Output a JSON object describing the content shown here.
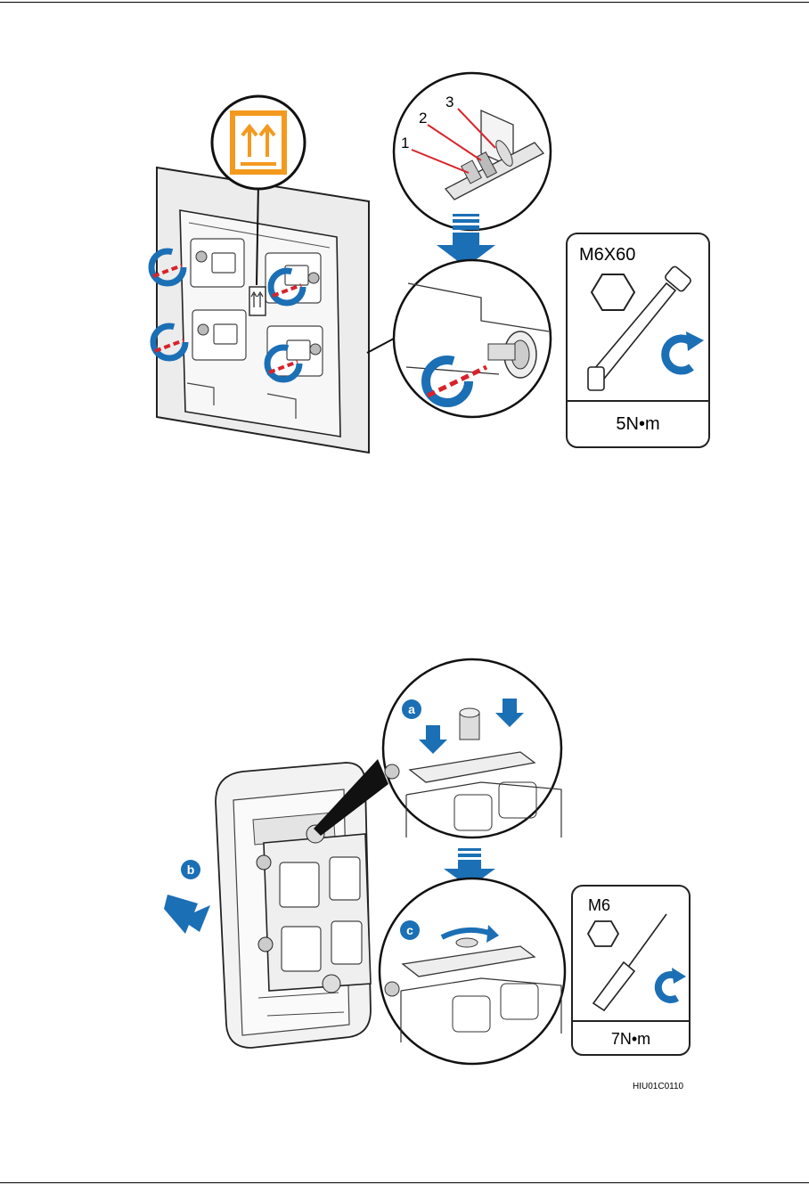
{
  "figure1": {
    "callouts": [
      "1",
      "2",
      "3"
    ],
    "bolt_spec": "M6X60",
    "torque": "5N•m"
  },
  "figure2": {
    "steps": [
      "a",
      "b",
      "c"
    ],
    "bolt_spec": "M6",
    "torque": "7N•m",
    "figure_id": "HIU01C0110"
  },
  "colors": {
    "blue": "#1b6fb5",
    "red": "#d8232a",
    "orange": "#f39a1e"
  }
}
